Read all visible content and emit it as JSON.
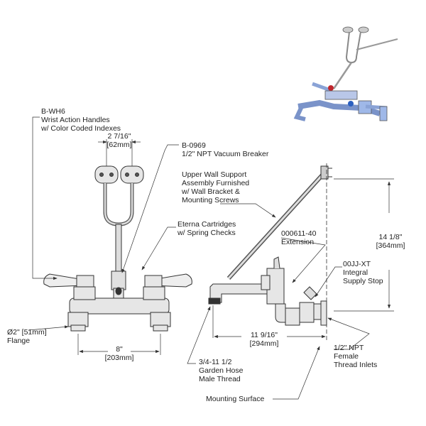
{
  "labels": {
    "wrist_handles": {
      "part": "B-WH6",
      "line1": "Wrist Action  Handles",
      "line2": "w/ Color Coded Indexes"
    },
    "handle_spacing": {
      "imperial": "2 7/16\"",
      "metric": "[62mm]"
    },
    "vacuum_breaker": {
      "part": "B-0969",
      "desc": "1/2\" NPT Vacuum Breaker"
    },
    "upper_support": {
      "line1": "Upper Wall Support",
      "line2": "Assembly Furnished",
      "line3": "w/ Wall Bracket &",
      "line4": "Mounting Screws"
    },
    "cartridges": {
      "line1": "Eterna Cartridges",
      "line2": "w/ Spring Checks"
    },
    "extension": {
      "part": "000611-40",
      "desc": "Extension"
    },
    "supply_stop": {
      "part": "00JJ-XT",
      "line1": "Integral",
      "line2": "Supply Stop"
    },
    "height": {
      "imperial": "14 1/8\"",
      "metric": "[364mm]"
    },
    "flange": {
      "line1": "Ø2\" [51mm]",
      "line2": "Flange"
    },
    "center_spacing": {
      "imperial": "8\"",
      "metric": "[203mm]"
    },
    "depth": {
      "imperial": "11 9/16\"",
      "metric": "[294mm]"
    },
    "hose_thread": {
      "line1": "3/4-11 1/2",
      "line2": "Garden Hose",
      "line3": "Male Thread"
    },
    "inlets": {
      "line1": "1/2\" NPT",
      "line2": "Female",
      "line3": "Thread Inlets"
    },
    "mounting_surface": {
      "label": "Mounting Surface"
    }
  },
  "colors": {
    "line": "#333333",
    "metal_fill": "#e6e6e6",
    "metal_shade": "#bfbfbf",
    "index_red": "#c0262c",
    "index_blue": "#2b5fbf",
    "faucet_blue": "#9fb8e8"
  }
}
